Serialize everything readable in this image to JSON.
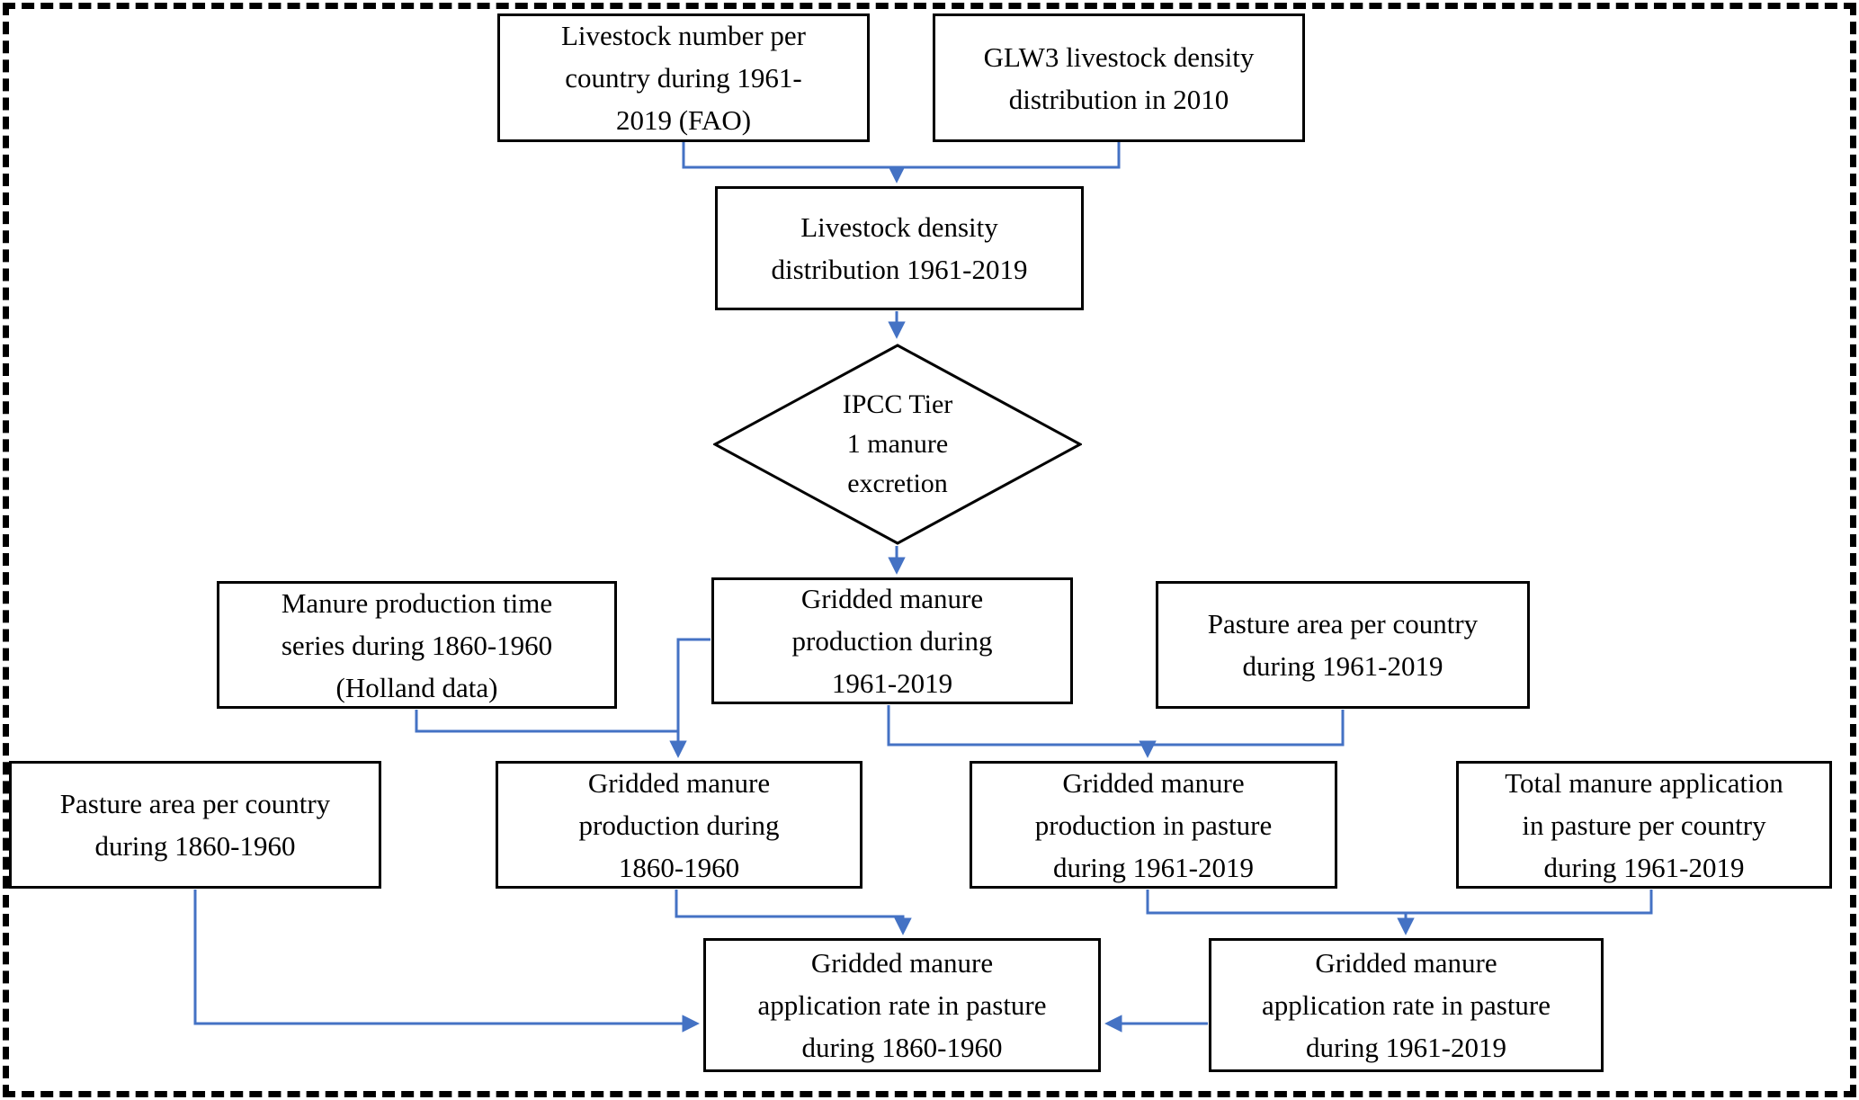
{
  "figure": {
    "type": "flowchart",
    "description": "Workflow for deriving gridded manure application rate in pasture, 1860-2019"
  },
  "colors": {
    "arrow": "#4472C4",
    "box_border": "#000000",
    "frame_border": "#000000",
    "background": "#ffffff",
    "text": "#000000"
  },
  "nodes": {
    "fao": {
      "label": "Livestock number per country during 1961-2019 (FAO)",
      "lines": [
        "Livestock number per",
        "country during 1961-",
        "2019 (FAO)"
      ]
    },
    "glw3": {
      "label": "GLW3 livestock density distribution in 2010",
      "lines": [
        "GLW3 livestock density",
        "distribution in 2010"
      ]
    },
    "density": {
      "label": "Livestock density distribution 1961-2019",
      "lines": [
        "Livestock density",
        "distribution 1961-2019"
      ]
    },
    "ipcc": {
      "label": "IPCC Tier 1 manure excretion",
      "lines": [
        "IPCC Tier",
        "1 manure",
        "excretion"
      ]
    },
    "holland": {
      "label": "Manure production time series during 1860-1960 (Holland data)",
      "lines": [
        "Manure production time",
        "series during 1860-1960",
        "(Holland data)"
      ]
    },
    "prod1961": {
      "label": "Gridded manure production during 1961-2019",
      "lines": [
        "Gridded manure",
        "production during",
        "1961-2019"
      ]
    },
    "pasture1961": {
      "label": "Pasture area per country during 1961-2019",
      "lines": [
        "Pasture area per country",
        "during 1961-2019"
      ]
    },
    "pasture1860": {
      "label": "Pasture area per country during 1860-1960",
      "lines": [
        "Pasture area per country",
        "during 1860-1960"
      ]
    },
    "prod1860": {
      "label": "Gridded manure production during 1860-1960",
      "lines": [
        "Gridded manure",
        "production during",
        "1860-1960"
      ]
    },
    "prodpasture1961": {
      "label": "Gridded manure production in pasture during 1961-2019",
      "lines": [
        "Gridded manure",
        "production in pasture",
        "during 1961-2019"
      ]
    },
    "totalapp": {
      "label": "Total manure application in pasture per country during 1961-2019",
      "lines": [
        "Total manure application",
        "in pasture per country",
        "during 1961-2019"
      ]
    },
    "apprate1860": {
      "label": "Gridded manure application rate in pasture during 1860-1960",
      "lines": [
        "Gridded manure",
        "application rate in pasture",
        "during 1860-1960"
      ]
    },
    "apprate1961": {
      "label": "Gridded manure application rate in pasture during 1961-2019",
      "lines": [
        "Gridded manure",
        "application rate in pasture",
        "during 1961-2019"
      ]
    }
  },
  "edges": [
    {
      "from": "fao",
      "to": "density"
    },
    {
      "from": "glw3",
      "to": "density"
    },
    {
      "from": "density",
      "to": "ipcc"
    },
    {
      "from": "ipcc",
      "to": "prod1961"
    },
    {
      "from": "holland",
      "to": "prod1860"
    },
    {
      "from": "prod1961",
      "to": "prod1860"
    },
    {
      "from": "prod1961",
      "to": "prodpasture1961"
    },
    {
      "from": "pasture1961",
      "to": "prodpasture1961"
    },
    {
      "from": "pasture1860",
      "to": "apprate1860"
    },
    {
      "from": "prod1860",
      "to": "apprate1860"
    },
    {
      "from": "prodpasture1961",
      "to": "apprate1961"
    },
    {
      "from": "totalapp",
      "to": "apprate1961"
    },
    {
      "from": "apprate1961",
      "to": "apprate1860"
    }
  ]
}
